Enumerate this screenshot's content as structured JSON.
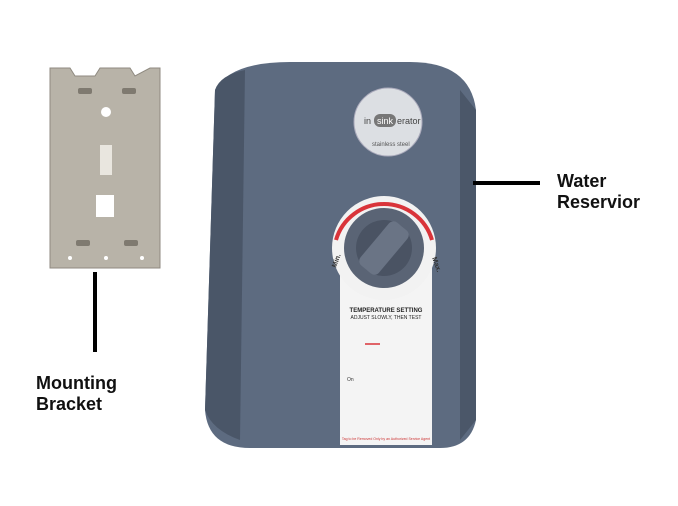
{
  "labels": {
    "bracket": [
      "Mounting",
      "Bracket"
    ],
    "reservoir": [
      "Water",
      "Reservior"
    ]
  },
  "device": {
    "logo_in": "in",
    "logo_sink": "sink",
    "logo_erator": "erator",
    "logo_sub": "stainless steel",
    "dial_min": "Min.",
    "dial_max": "Max.",
    "card_title": "TEMPERATURE SETTING",
    "card_subtitle": "ADJUST SLOWLY, THEN TEST",
    "card_on": "On",
    "card_footer": "Tag to be Removed Only by an Authorized Service Agent"
  },
  "colors": {
    "body": "#5d6b80",
    "accent": "#d9343a"
  }
}
